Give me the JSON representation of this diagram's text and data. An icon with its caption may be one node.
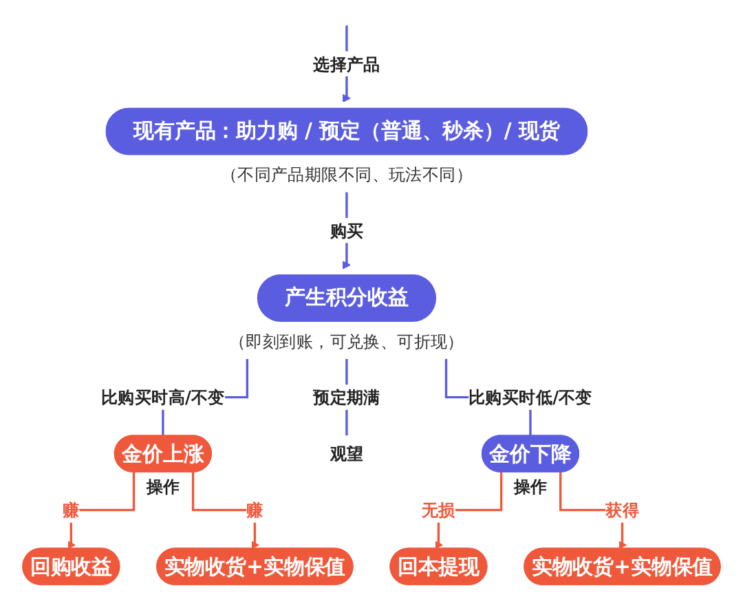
{
  "diagram": {
    "nodes": [
      {
        "text": [
          "现有产品：助力购 / 预定（普通、秒杀）/ 现货"
        ],
        "beside": [
          "（不同产品期限不同、玩法不同）"
        ]
      },
      {
        "text": [
          "产生积分收益"
        ],
        "beside": [
          "（即刻到账，可兑换、可折现）"
        ]
      },
      {
        "text": [
          "金价上涨"
        ]
      },
      {
        "text": [
          "观望"
        ]
      },
      {
        "text": [
          "金价下降"
        ]
      },
      {
        "text": [
          "回购收益"
        ]
      },
      {
        "text": [
          "实物收货+实物保值"
        ]
      },
      {
        "text": [
          "回本提现"
        ]
      },
      {
        "text": [
          "实物收货+实物保值"
        ]
      }
    ],
    "edges": [
      {
        "from": null,
        "to": 0,
        "arrow": "to",
        "label": "选择产品"
      },
      {
        "from": 0,
        "to": 1,
        "arrow": "to",
        "label": "购买"
      },
      {
        "from": 1,
        "to": 2,
        "arrow": "none",
        "label": "比购买时高/不变"
      },
      {
        "from": 1,
        "to": 3,
        "arrow": "none",
        "label": "预定期满"
      },
      {
        "from": 1,
        "to": 4,
        "arrow": "none",
        "label": "比购买时低/不变"
      },
      {
        "from": 2,
        "to": 5,
        "arrow": "to",
        "label": "赚",
        "color": "#ef583b"
      },
      {
        "from": 2,
        "to": 6,
        "arrow": "to",
        "label": "赚",
        "color": "#ef583b"
      },
      {
        "from": 4,
        "to": 7,
        "arrow": "to",
        "label": "无损",
        "color": "#ef583b"
      },
      {
        "from": 4,
        "to": 8,
        "arrow": "to",
        "label": "获得",
        "color": "#ef583b"
      }
    ],
    "labels": [
      "操作",
      "操作"
    ]
  }
}
